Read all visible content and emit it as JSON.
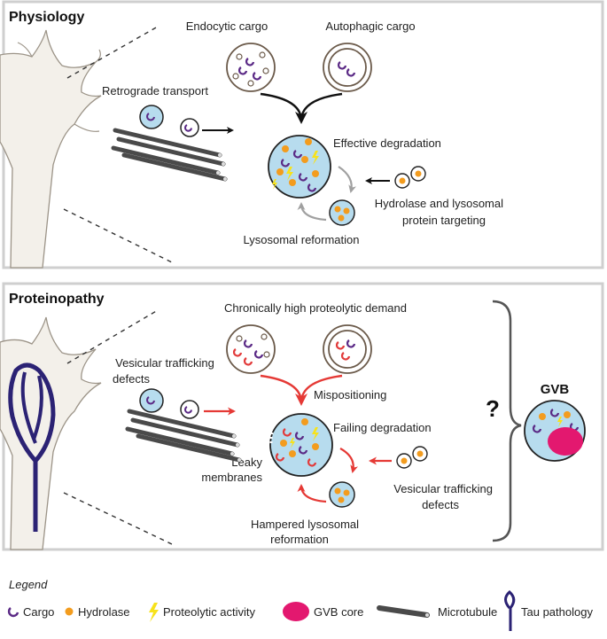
{
  "panels": {
    "physiology": {
      "title": "Physiology",
      "endocytic_cargo": "Endocytic cargo",
      "autophagic_cargo": "Autophagic cargo",
      "retrograde_transport": "Retrograde transport",
      "effective_degradation": "Effective degradation",
      "hydrolase_targeting_line1": "Hydrolase and lysosomal",
      "hydrolase_targeting_line2": "protein targeting",
      "lysosomal_reformation": "Lysosomal reformation"
    },
    "proteinopathy": {
      "title": "Proteinopathy",
      "high_demand": "Chronically high proteolytic demand",
      "trafficking_defects_left_line1": "Vesicular trafficking",
      "trafficking_defects_left_line2": "defects",
      "mispositioning": "Mispositioning",
      "failing_degradation": "Failing degradation",
      "leaky_line1": "Leaky",
      "leaky_line2": "membranes",
      "trafficking_defects_right_line1": "Vesicular trafficking",
      "trafficking_defects_right_line2": "defects",
      "hampered_line1": "Hampered lysosomal",
      "hampered_line2": "reformation",
      "question_mark": "?",
      "gvb": "GVB"
    }
  },
  "legend": {
    "title": "Legend",
    "items": [
      {
        "label": "Cargo",
        "icon": "cargo-icon"
      },
      {
        "label": "Hydrolase",
        "icon": "hydrolase-icon"
      },
      {
        "label": "Proteolytic activity",
        "icon": "lightning-icon"
      },
      {
        "label": "GVB core",
        "icon": "gvb-core-icon"
      },
      {
        "label": "Microtubule",
        "icon": "microtubule-icon"
      },
      {
        "label": "Tau pathology",
        "icon": "tau-icon"
      }
    ]
  },
  "colors": {
    "lysosome_fill": "#b7dcee",
    "hydrolase": "#f39c1e",
    "cargo": "#5b2a86",
    "cargo_damaged": "#e23b3b",
    "proteolytic": "#f7e21b",
    "gvb_core": "#e3186f",
    "normal_arrow": "#111111",
    "reform_arrow": "#a0a0a0",
    "pathology_arrow": "#e53935",
    "tau": "#2b2274",
    "neuron_fill": "#f3f0ea",
    "panel_border": "#cfcfcf"
  }
}
